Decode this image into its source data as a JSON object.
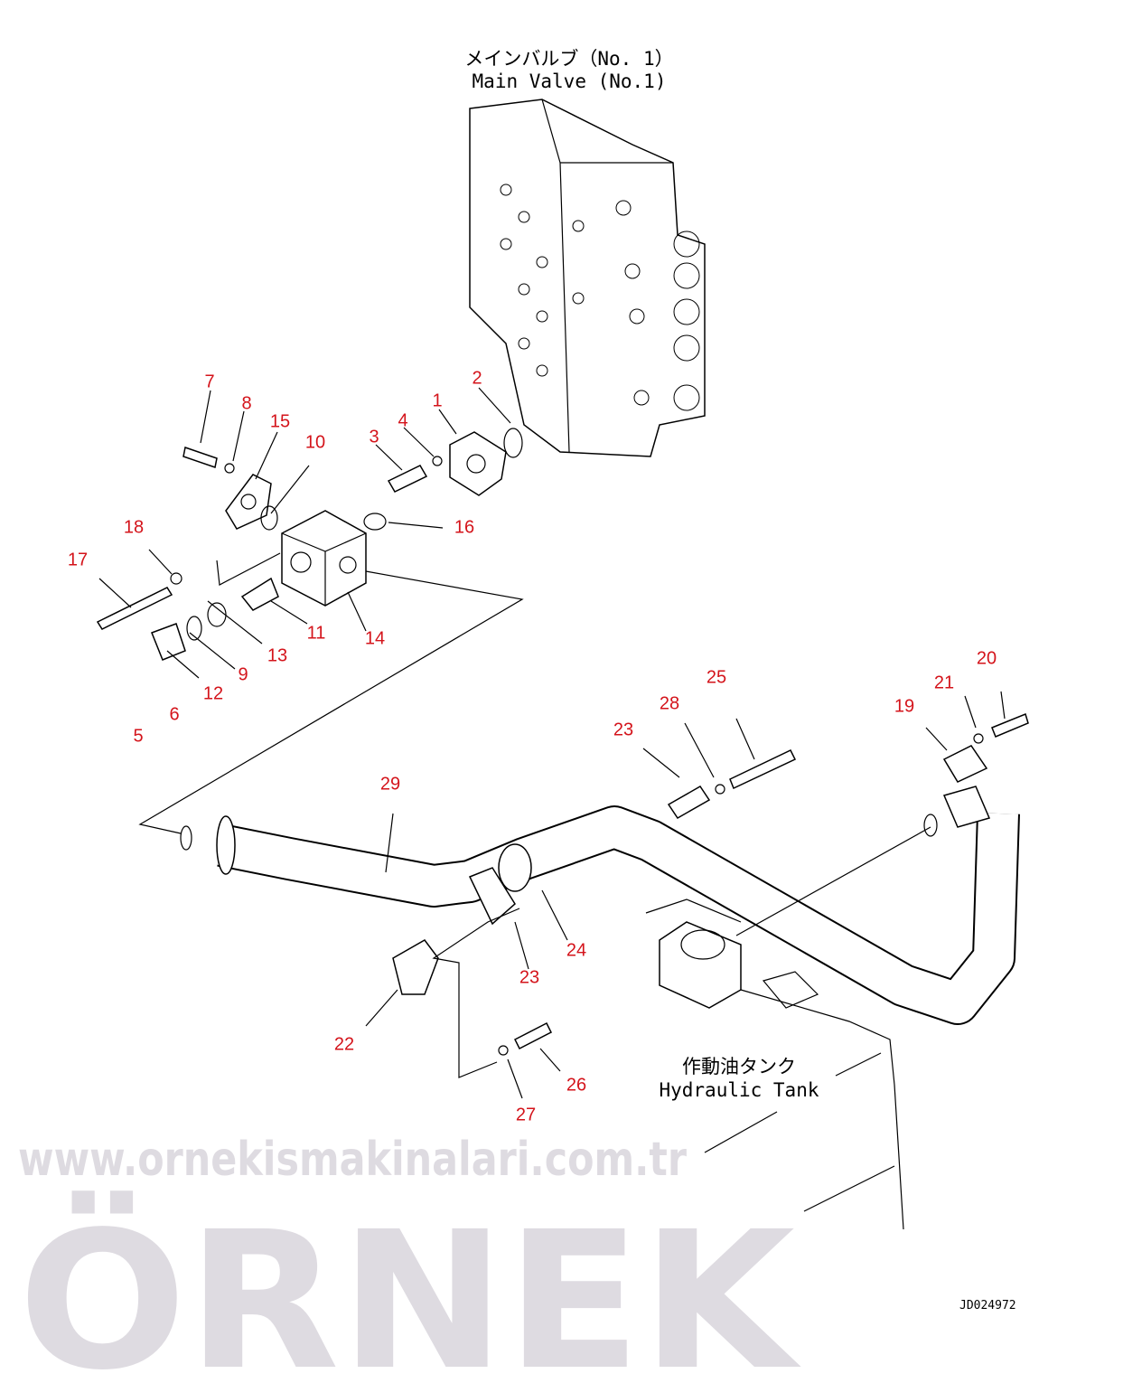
{
  "diagram": {
    "main_valve_caption_jp": "メインバルブ（No. 1）",
    "main_valve_caption_en": "Main Valve (No.1)",
    "tank_caption_jp": "作動油タンク",
    "tank_caption_en": "Hydraulic Tank",
    "drawing_code": "JD024972",
    "callouts": {
      "c1": "1",
      "c2": "2",
      "c3": "3",
      "c4": "4",
      "c5": "5",
      "c6": "6",
      "c7": "7",
      "c8": "8",
      "c9": "9",
      "c10": "10",
      "c11": "11",
      "c12": "12",
      "c13": "13",
      "c14": "14",
      "c15": "15",
      "c16": "16",
      "c17": "17",
      "c18": "18",
      "c19": "19",
      "c20": "20",
      "c21": "21",
      "c22": "22",
      "c23a": "23",
      "c23b": "23",
      "c24": "24",
      "c25": "25",
      "c26": "26",
      "c27": "27",
      "c28": "28",
      "c29": "29"
    },
    "callout_color": "#d4141b"
  },
  "watermark": {
    "brand": "ÖRNEK",
    "url": "www.ornekismakinalari.com.tr"
  }
}
